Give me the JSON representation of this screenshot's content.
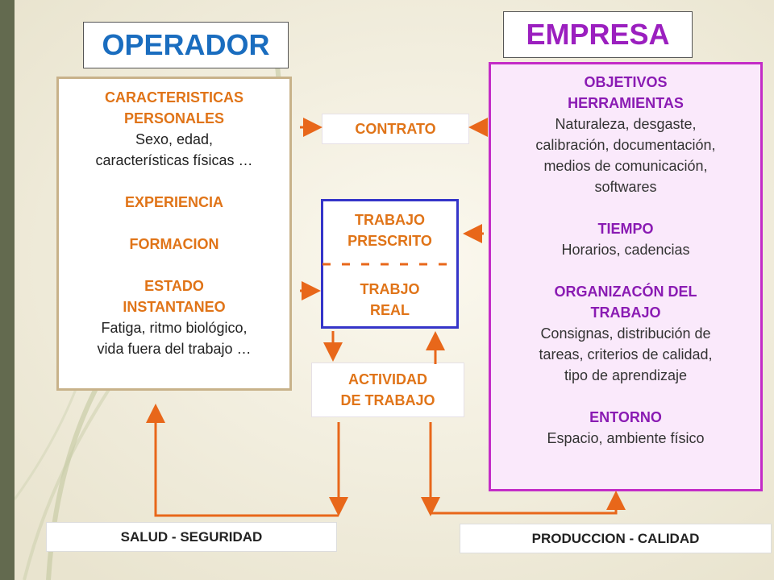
{
  "colors": {
    "operador_title": "#1a6dbf",
    "empresa_title": "#9b1fbf",
    "orange": "#e07418",
    "purple": "#8a1bb3",
    "blue_border": "#3535c9",
    "purple_border": "#c32cc7",
    "tan_border": "#c8b28a",
    "arrow": "#e8671a"
  },
  "operador": {
    "title": "OPERADOR",
    "sections": {
      "caracteristicas_title_1": "CARACTERISTICAS",
      "caracteristicas_title_2": "PERSONALES",
      "caracteristicas_body_1": "Sexo, edad,",
      "caracteristicas_body_2": "características físicas …",
      "experiencia": "EXPERIENCIA",
      "formacion": "FORMACION",
      "estado_title_1": "ESTADO",
      "estado_title_2": "INSTANTANEO",
      "estado_body_1": "Fatiga, ritmo biológico,",
      "estado_body_2": "vida fuera del trabajo …"
    }
  },
  "empresa": {
    "title": "EMPRESA",
    "sections": {
      "objetivos": "OBJETIVOS",
      "herramientas": "HERRAMIENTAS",
      "herramientas_body_1": "Naturaleza, desgaste,",
      "herramientas_body_2": "calibración, documentación,",
      "herramientas_body_3": "medios de comunicación,",
      "herramientas_body_4": "softwares",
      "tiempo": "TIEMPO",
      "tiempo_body": "Horarios, cadencias",
      "organizacion_1": "ORGANIZACÓN DEL",
      "organizacion_2": "TRABAJO",
      "organizacion_body_1": "Consignas, distribución de",
      "organizacion_body_2": "tareas, criterios de calidad,",
      "organizacion_body_3": "tipo de aprendizaje",
      "entorno": "ENTORNO",
      "entorno_body": "Espacio, ambiente físico"
    }
  },
  "center": {
    "contrato": "CONTRATO",
    "trabajo_prescrito_1": "TRABAJO",
    "trabajo_prescrito_2": "PRESCRITO",
    "trabajo_real_1": "TRABJO",
    "trabajo_real_2": "REAL",
    "actividad_1": "ACTIVIDAD",
    "actividad_2": "DE TRABAJO"
  },
  "bottom": {
    "salud": "SALUD  -  SEGURIDAD",
    "produccion": "PRODUCCION  -  CALIDAD"
  }
}
